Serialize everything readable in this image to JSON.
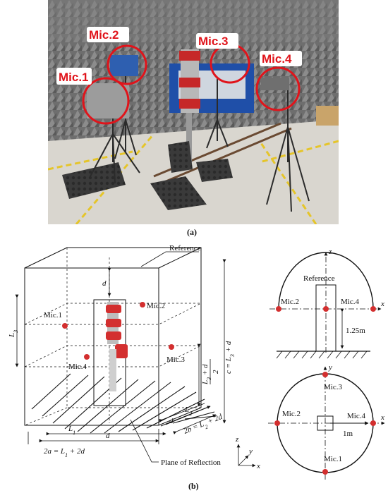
{
  "photo": {
    "labels": [
      "Mic.1",
      "Mic.2",
      "Mic.3",
      "Mic.4"
    ],
    "accent": "#e0141b"
  },
  "captions": {
    "a": "(a)",
    "b": "(b)"
  },
  "diagram": {
    "reference": "Reference",
    "plane": "Plane of Reflection",
    "mics": [
      "Mic.1",
      "Mic.2",
      "Mic.3",
      "Mic.4"
    ],
    "dims": {
      "d": "d",
      "l1": "L",
      "l1_sub": "1",
      "l2": "L",
      "l2_sub": "2",
      "l3": "L",
      "l3_sub": "3",
      "two_a": "2a = L",
      "two_a_rest": " + 2d",
      "two_b": "2b = L",
      "two_b_rest": " + 2d",
      "c": "c = L",
      "c_rest": " + d",
      "half": "L",
      "half_rest": " + d",
      "half_den": "2"
    },
    "axes": {
      "x": "x",
      "y": "y",
      "z": "z"
    },
    "side_view": {
      "reference": "Reference",
      "height": "1.25m",
      "mics": [
        "Mic.2",
        "Mic.4"
      ]
    },
    "top_view": {
      "radius": "1m",
      "mics": [
        "Mic.3",
        "Mic.2",
        "Mic.4",
        "Mic.1"
      ]
    }
  }
}
